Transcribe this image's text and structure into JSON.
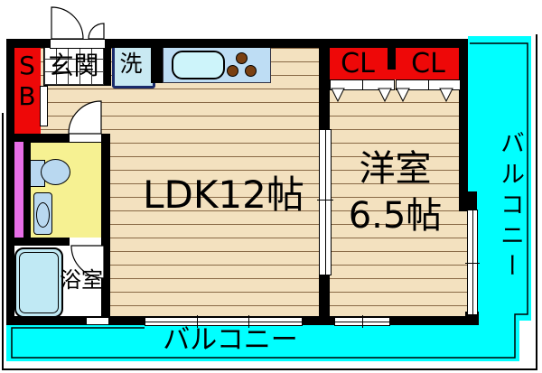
{
  "plan": {
    "shoebox": {
      "line1": "S",
      "line2": "B"
    },
    "entrance": {
      "label": "玄関"
    },
    "washer": {
      "label": "洗"
    },
    "closets": {
      "left": "CL",
      "right": "CL"
    },
    "ldk": {
      "label": "LDK12帖"
    },
    "bedroom": {
      "name": "洋室",
      "size": "6.5帖"
    },
    "bath": {
      "label": "浴室"
    },
    "balcony_bottom": {
      "label": "バルコニー"
    },
    "balcony_right": {
      "label": "バルコニー"
    },
    "colors": {
      "balcony": "#00FFFF",
      "wall": "#000000",
      "floor": "#F3E1BF",
      "floor_line": "#6E4B28",
      "closet": "#EE0808",
      "shoebox": "#EE0808",
      "toilet_room": "#F6F192",
      "pipe_shaft": "#E86EE8",
      "kitchen_counter": "#BEDDF4",
      "kitchen_sink": "#CDF4FA",
      "bathtub": "#C0E9F4",
      "toilet_fixture": "#B9D8F0",
      "stove_burner": "#7A4012",
      "washer_border": "#1A2A6A"
    }
  }
}
